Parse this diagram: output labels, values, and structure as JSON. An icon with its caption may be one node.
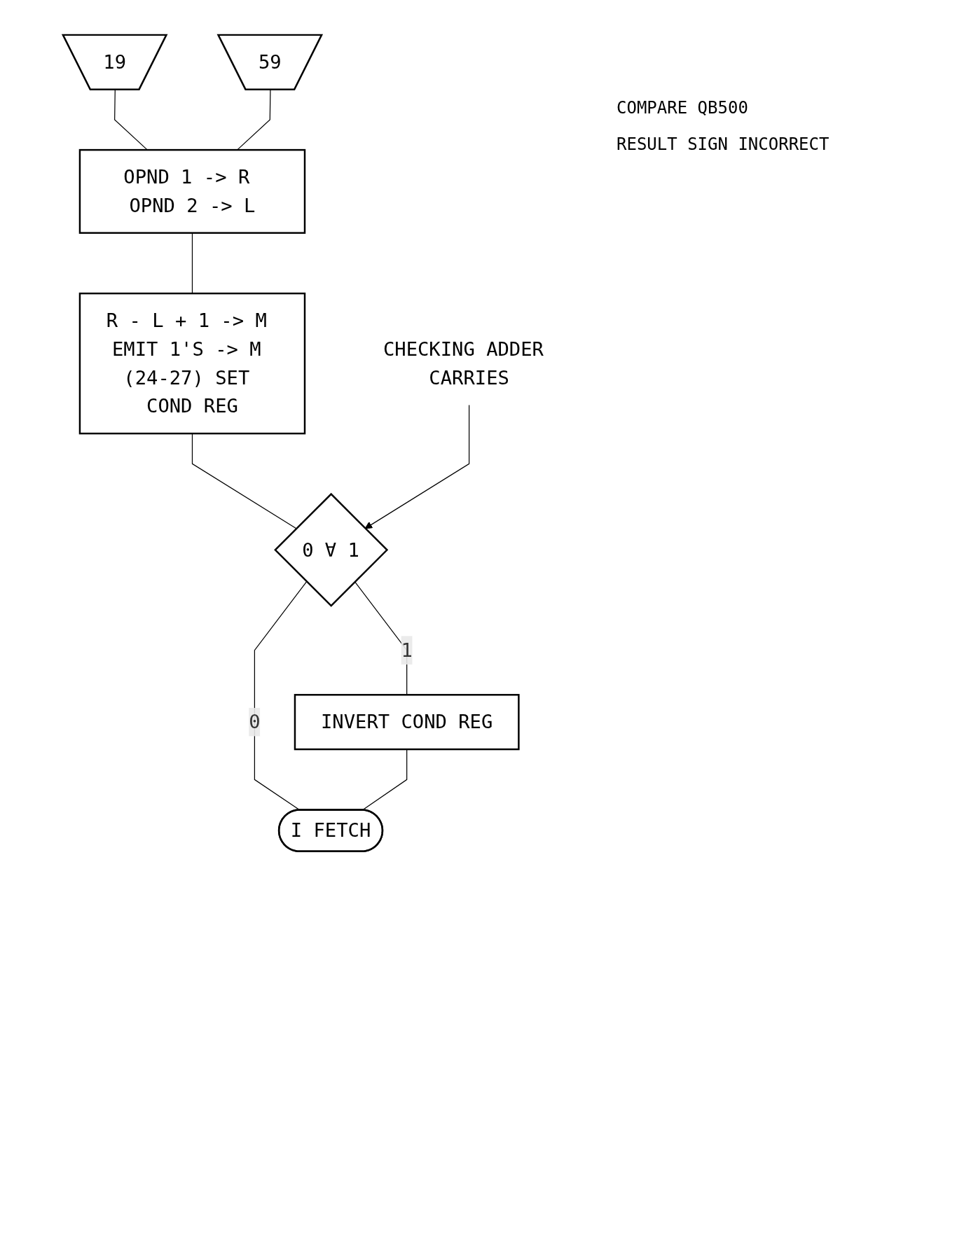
{
  "diagram": {
    "nodes": [
      {
        "text": [
          "19"
        ]
      },
      {
        "text": [
          "59"
        ]
      },
      {
        "text": [
          "OPND 1 -> R OPND 2 -> L"
        ]
      },
      {
        "text": [
          "R - L + 1 -> M EMIT 1'S -> M (24-27) SET COND REG"
        ]
      },
      {
        "text": [
          "0 ∀ 1"
        ]
      },
      {
        "text": [
          "INVERT COND REG"
        ]
      },
      {
        "text": [
          "I FETCH"
        ]
      },
      {
        "text": [
          "CHECKING ADDER CARRIES"
        ]
      }
    ],
    "edges": [
      {
        "from": 0,
        "to": 2,
        "arrow": "none"
      },
      {
        "from": 1,
        "to": 2,
        "arrow": "none"
      },
      {
        "from": 2,
        "to": 3,
        "arrow": "none"
      },
      {
        "from": 3,
        "to": 4,
        "arrow": "none"
      },
      {
        "from": 4,
        "to": 5,
        "arrow": "none",
        "label": "1"
      },
      {
        "from": 4,
        "to": 6,
        "arrow": "none",
        "label": "0"
      },
      {
        "from": 5,
        "to": 6,
        "arrow": "none"
      },
      {
        "from": 7,
        "to": 4,
        "arrow": "to"
      }
    ],
    "labels": [
      "COMPARE QB500",
      "RESULT SIGN INCORRECT"
    ]
  }
}
